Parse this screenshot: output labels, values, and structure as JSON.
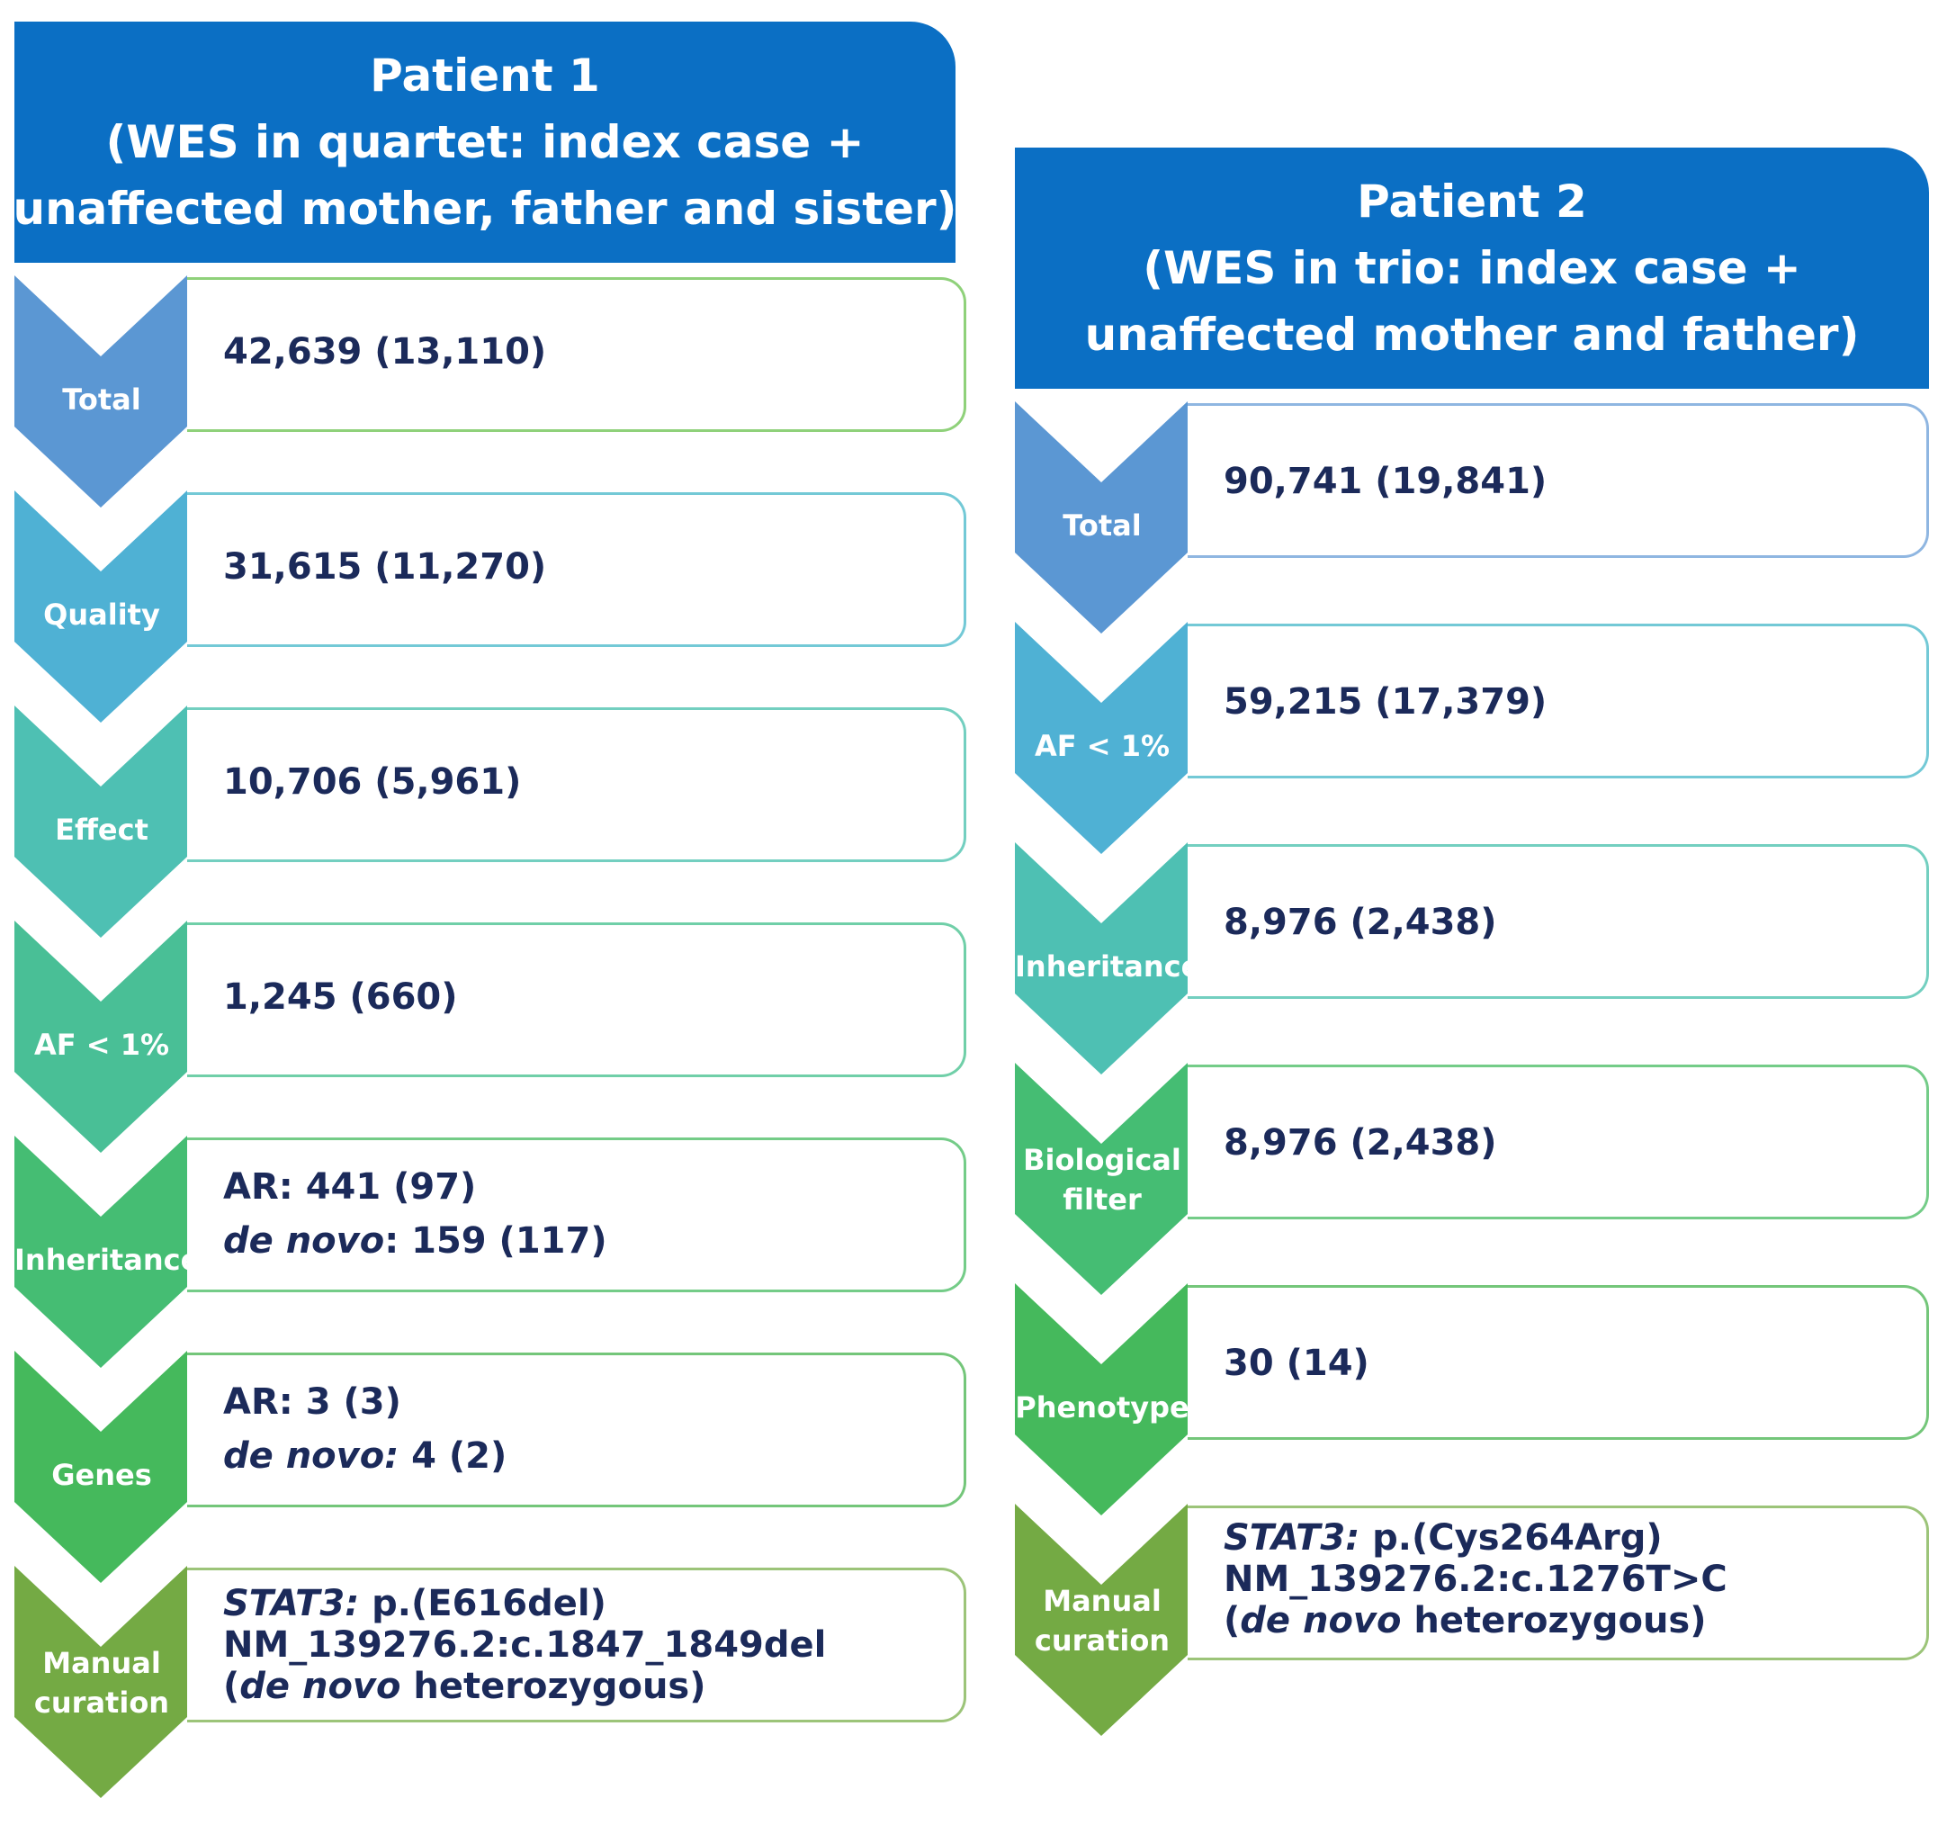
{
  "patient1": {
    "title": "Patient 1",
    "subtitle_line1": "(WES in quartet: index case +",
    "subtitle_line2": "unaffected mother, father and sister)",
    "steps": [
      {
        "label": "Total",
        "line1": "42,639 (13,110)",
        "color": "#5b97d3"
      },
      {
        "label": "Quality",
        "line1": "31,615 (11,270)",
        "color": "#4fb1d4"
      },
      {
        "label": "Effect",
        "line1": "10,706 (5,961)",
        "color": "#4ec0b3"
      },
      {
        "label": "AF < 1%",
        "line1": "1,245 (660)",
        "color": "#49bf96"
      },
      {
        "label": "Inheritance",
        "line1_prefix": "AR:",
        "line1_rest": " 441 (97)",
        "line2_italic": "de novo",
        "line2_rest": ": 159 (117)",
        "color": "#45bd73"
      },
      {
        "label": "Genes",
        "line1_prefix": "AR:",
        "line1_rest": " 3 (3)",
        "line2_italic": "de novo:",
        "line2_rest": " 4 (2)",
        "color": "#45b95c"
      },
      {
        "label_line1": "Manual",
        "label_line2": "curation",
        "gene": "STAT3:",
        "protein": " p.(E616del)",
        "transcript": "NM_139276.2:c.1847_1849del",
        "paren_open": "(",
        "mode_italic": "de novo",
        "mode_rest": " heterozygous)",
        "color": "#74aa44"
      }
    ]
  },
  "patient2": {
    "title": "Patient 2",
    "subtitle_line1": "(WES in trio: index case +",
    "subtitle_line2": "unaffected mother and father)",
    "steps": [
      {
        "label": "Total",
        "line1": "90,741 (19,841)",
        "color": "#5b97d3"
      },
      {
        "label": "AF < 1%",
        "line1": "59,215 (17,379)",
        "color": "#4fb1d4"
      },
      {
        "label": "Inheritance",
        "line1": "8,976 (2,438)",
        "color": "#4ec0b3"
      },
      {
        "label_line1": "Biological",
        "label_line2": "filter",
        "line1": "8,976 (2,438)",
        "color": "#45bd73"
      },
      {
        "label": "Phenotype",
        "line1": "30 (14)",
        "color": "#45b95c"
      },
      {
        "label_line1": "Manual",
        "label_line2": "curation",
        "gene": "STAT3:",
        "protein": " p.(Cys264Arg)",
        "transcript": "NM_139276.2:c.1276T>C",
        "paren_open": "(",
        "mode_italic": "de novo",
        "mode_rest": " heterozygous)",
        "color": "#74aa44"
      }
    ]
  }
}
